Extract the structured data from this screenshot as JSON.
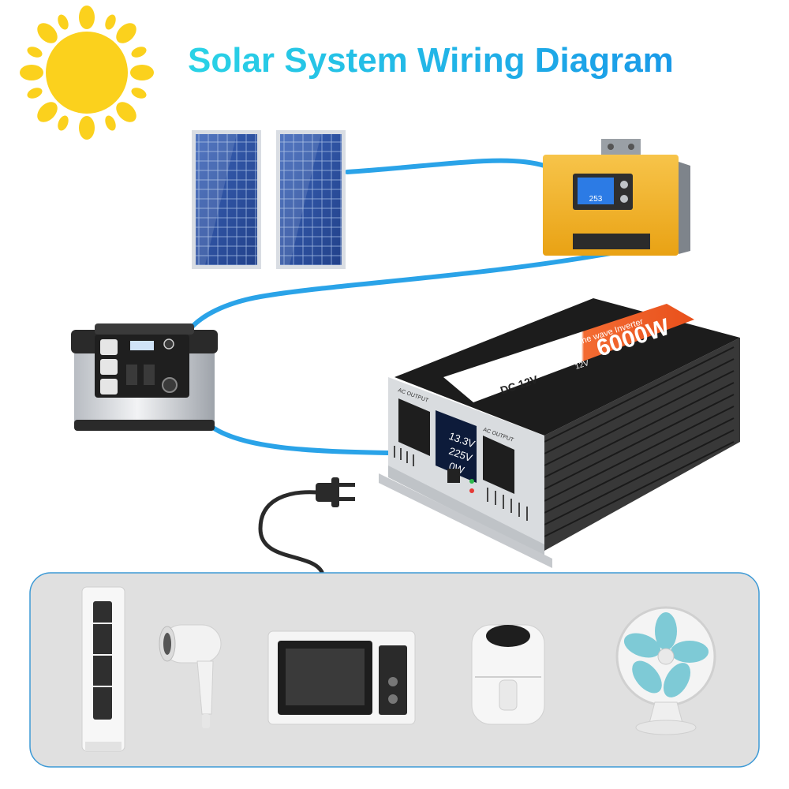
{
  "title": "Solar System Wiring Diagram",
  "colors": {
    "title_start": "#2ad3e6",
    "title_end": "#1790e8",
    "wire": "#2aa3e8",
    "sun": "#fbd11d",
    "controller_orange": "#f2b21e",
    "inverter_stripe": "#f05a23",
    "panel_blue": "#2c4f9e",
    "appliance_tray": "#e0e0e0",
    "tray_border": "#3d9ad6"
  },
  "components": {
    "solar_panels": {
      "count": 2
    },
    "charge_controller": {
      "display": "253"
    },
    "inverter": {
      "label": "6000W",
      "subtitle": "Pure sine wave Inverter",
      "voltage": "12V",
      "spec": "DC 12V",
      "port_label_left": "AC OUTPUT",
      "port_label_right": "AC OUTPUT",
      "readings": [
        "13.3V",
        "225V",
        "0W"
      ]
    }
  },
  "appliances": [
    {
      "icon": "air-conditioner-icon"
    },
    {
      "icon": "hair-dryer-icon"
    },
    {
      "icon": "microwave-icon"
    },
    {
      "icon": "air-fryer-icon"
    },
    {
      "icon": "fan-icon"
    }
  ]
}
